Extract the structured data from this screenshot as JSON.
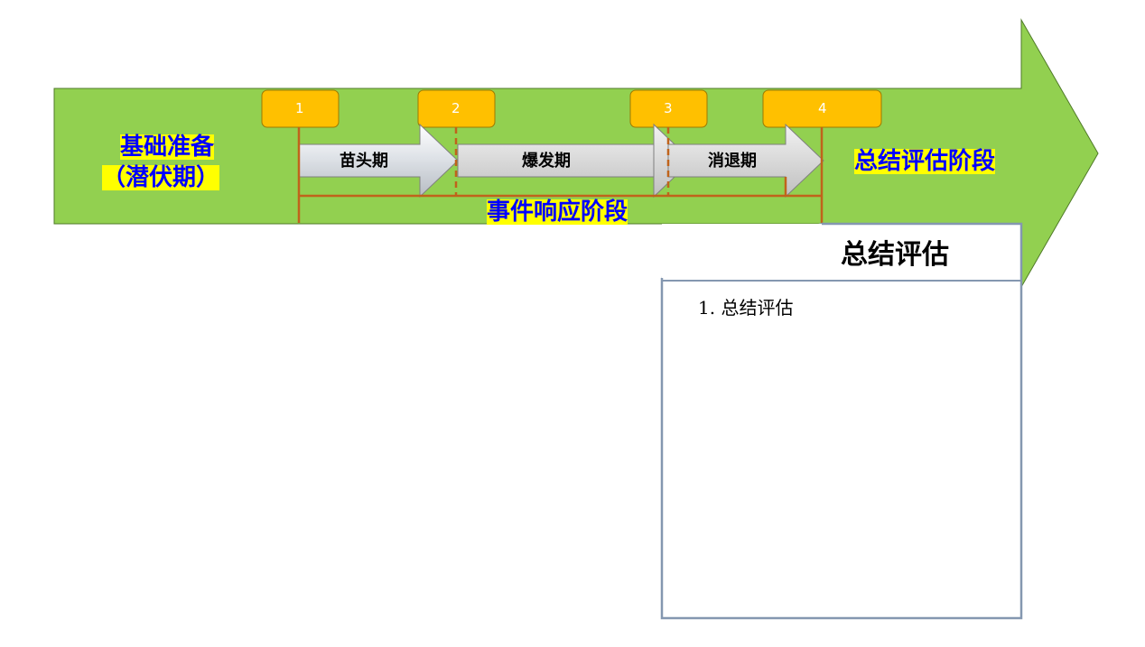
{
  "prep_stage": {
    "line1": "基础准备",
    "line2": "（潜伏期）"
  },
  "summary_stage": "总结评估阶段",
  "response_stage": "事件响应阶段",
  "milestones": [
    "1",
    "2",
    "3",
    "4"
  ],
  "phases": [
    "苗头期",
    "爆发期",
    "消退期"
  ],
  "callout": {
    "title": "总结评估",
    "items": [
      "1. 总结评估"
    ]
  },
  "colors": {
    "arrow_green": "#92d050",
    "milestone_orange": "#ffc000",
    "bracket_brown": "#c0631b",
    "callout_border": "#8497b0",
    "highlight_yellow": "#ffff00"
  }
}
